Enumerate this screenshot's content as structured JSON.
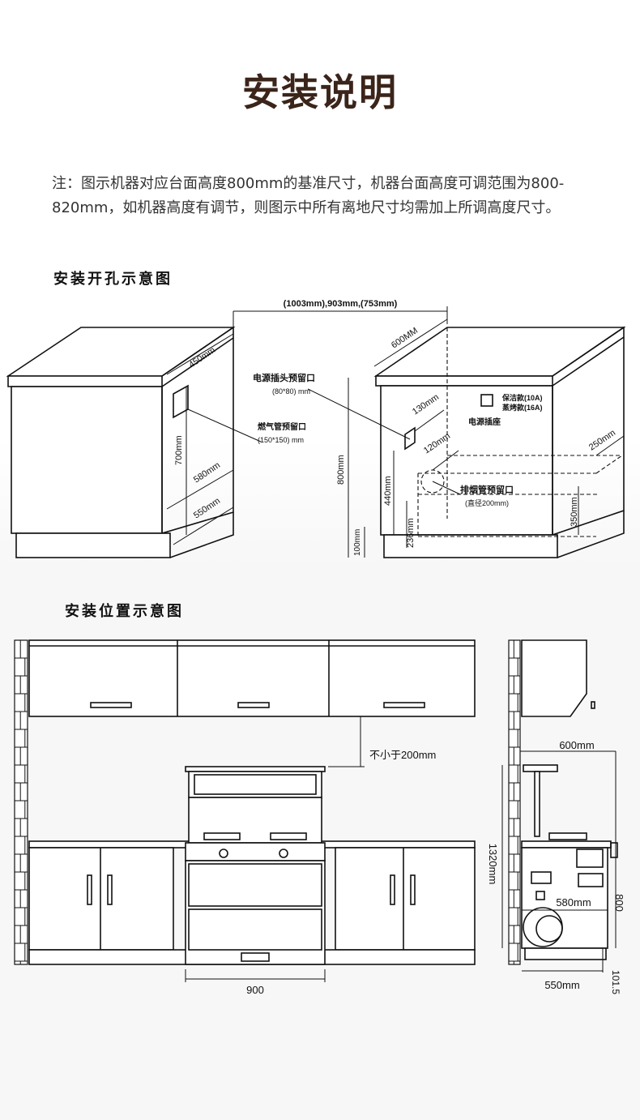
{
  "title": "安装说明",
  "note": "注：图示机器对应台面高度800mm的基准尺寸，机器台面高度可调范围为800-820mm，如机器高度有调节，则图示中所有离地尺寸均需加上所调高度尺寸。",
  "section1": {
    "heading": "安装开孔示意图",
    "width_label": "(1003mm),903mm,(753mm)",
    "dim_450": "450mm",
    "dim_700": "700mm",
    "dim_580": "580mm",
    "dim_550": "550mm",
    "dim_600": "600MM",
    "dim_800": "800mm",
    "dim_100": "100mm",
    "dim_130": "130mm",
    "dim_120": "120mm",
    "dim_440": "440mm",
    "dim_236": "236mm",
    "dim_250": "250mm",
    "dim_350": "350mm",
    "power_outlet_label": "电源插头预留口",
    "power_outlet_size": "(80*80) mm",
    "gas_pipe_label": "燃气管预留口",
    "gas_pipe_size": "(150*150) mm",
    "socket_label": "电源插座",
    "socket_opt1": "保洁款(10A)",
    "socket_opt2": "蒸烤款(16A)",
    "exhaust_label": "排烟管预留口",
    "exhaust_size": "(直径200mm)"
  },
  "section2": {
    "heading": "安装位置示意图",
    "clearance_label": "不小于200mm",
    "width_900": "900",
    "dim_600": "600mm",
    "dim_1320": "1320mm",
    "dim_800": "800",
    "dim_580": "580mm",
    "dim_550": "550mm",
    "dim_101": "101.5"
  }
}
